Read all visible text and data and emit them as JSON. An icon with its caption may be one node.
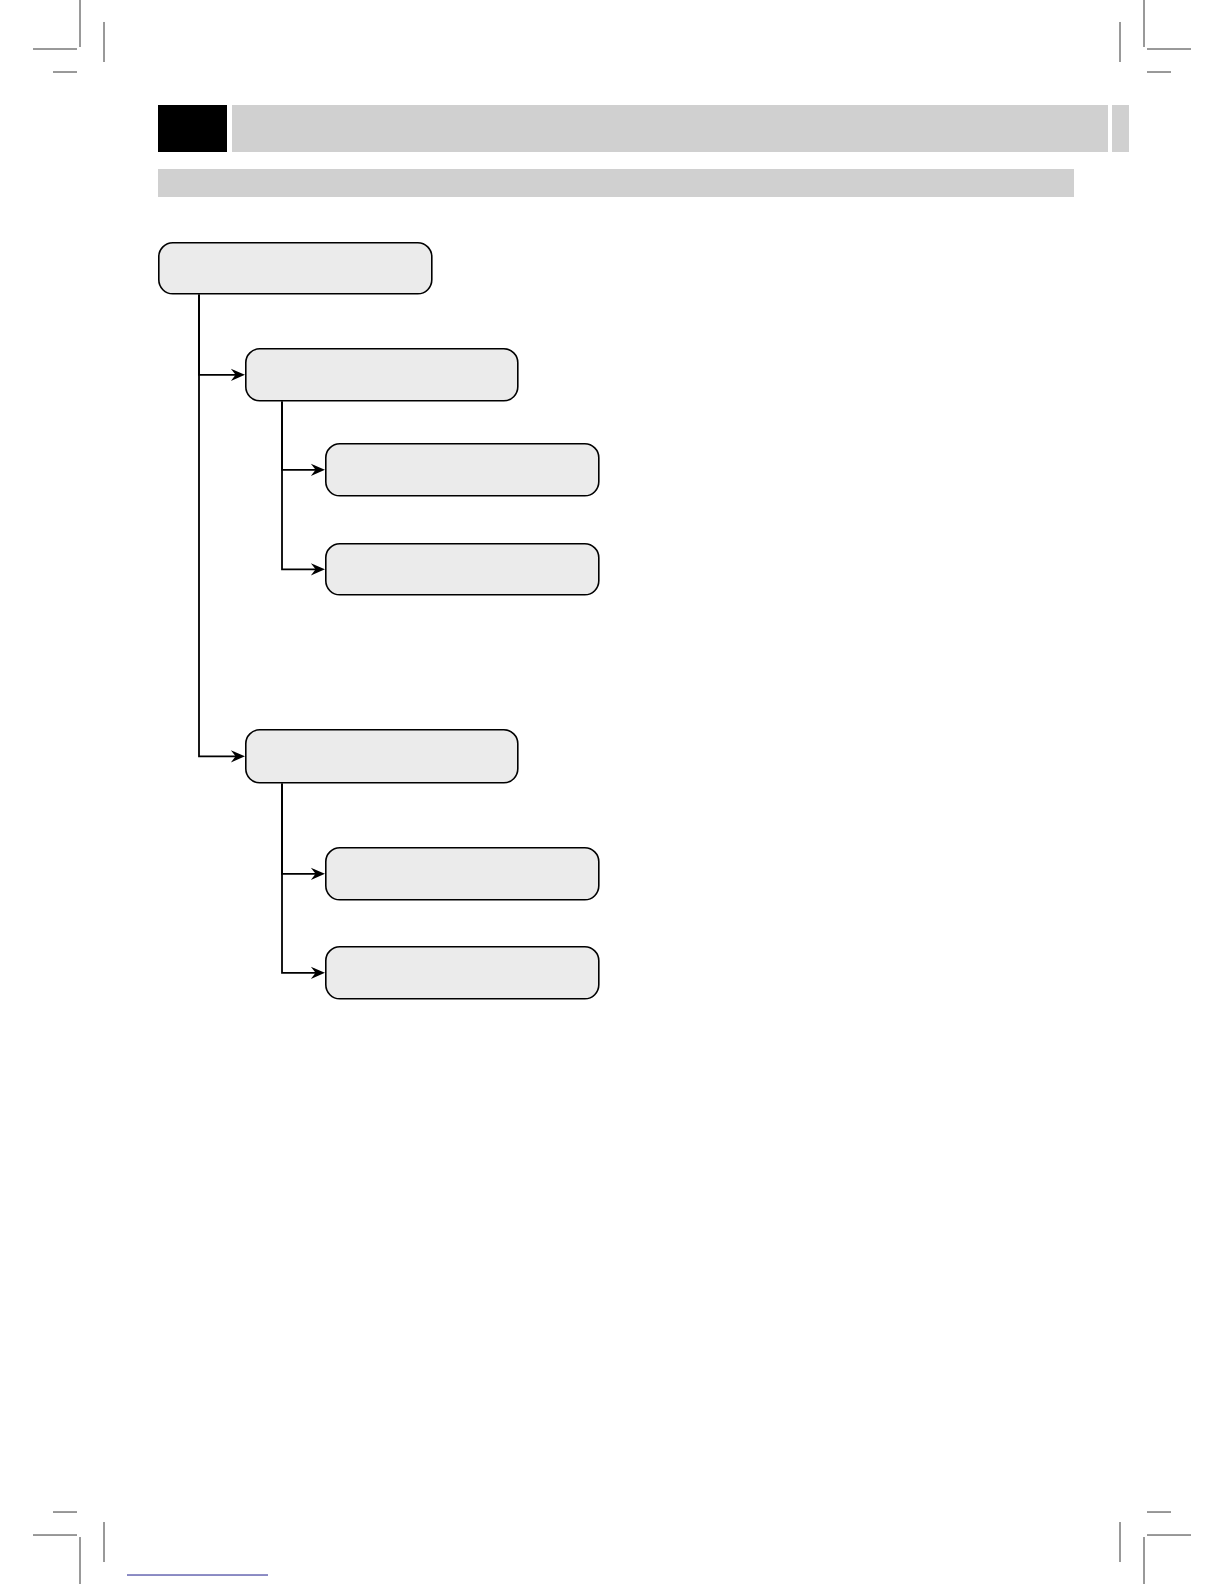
{
  "diagram": {
    "nodes": [
      {
        "text": [],
        "shape": "box"
      },
      {
        "text": [],
        "shape": "box"
      },
      {
        "text": [],
        "shape": "box"
      },
      {
        "text": [],
        "shape": "box"
      },
      {
        "text": [],
        "shape": "box"
      },
      {
        "text": [],
        "shape": "box"
      },
      {
        "text": [],
        "shape": "box"
      }
    ],
    "edges": [
      {
        "from": 0,
        "to": 1,
        "arrow": "to"
      },
      {
        "from": 1,
        "to": 2,
        "arrow": "to"
      },
      {
        "from": 1,
        "to": 3,
        "arrow": "to"
      },
      {
        "from": 0,
        "to": 4,
        "arrow": "to"
      },
      {
        "from": 4,
        "to": 5,
        "arrow": "to"
      },
      {
        "from": 4,
        "to": 6,
        "arrow": "to"
      }
    ]
  }
}
